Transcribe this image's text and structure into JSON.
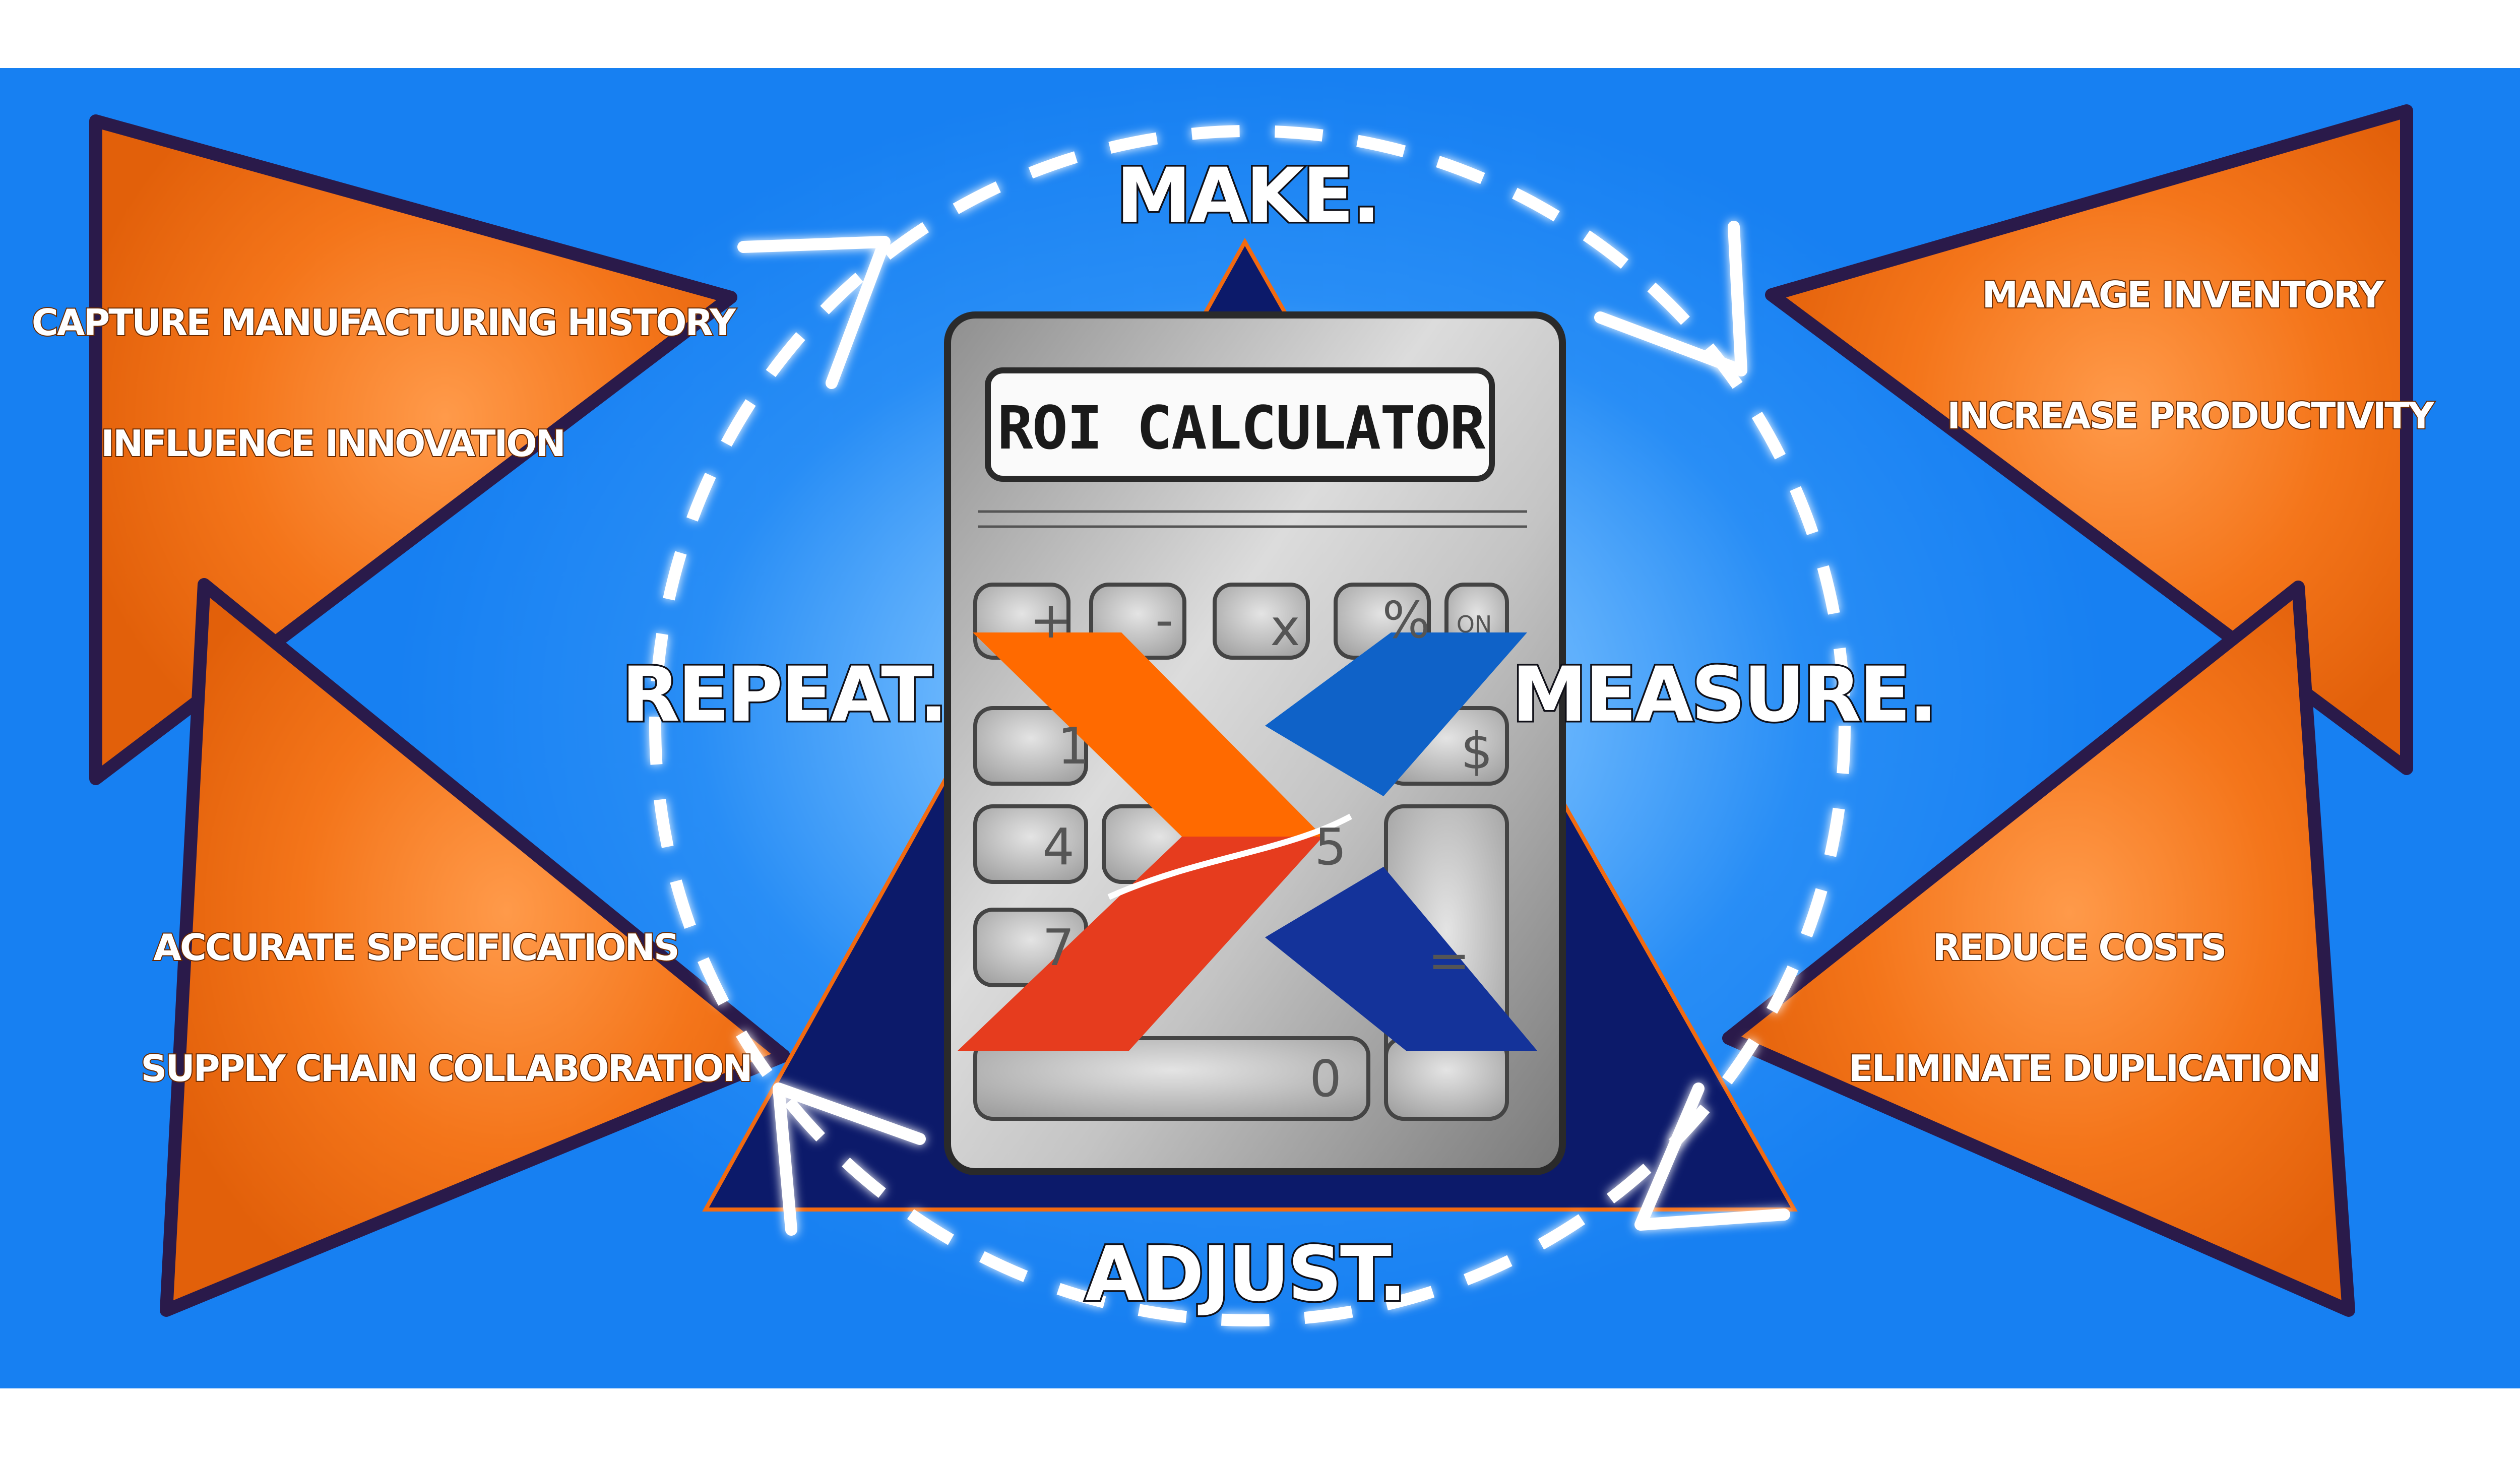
{
  "title": "ROI CALCULATOR",
  "cycle": {
    "make": "MAKE.",
    "measure": "MEASURE.",
    "adjust": "ADJUST.",
    "repeat": "REPEAT."
  },
  "benefits": {
    "top_left": [
      "CAPTURE MANUFACTURING HISTORY",
      "INFLUENCE INNOVATION"
    ],
    "bottom_left": [
      "ACCURATE SPECIFICATIONS",
      "SUPPLY CHAIN COLLABORATION"
    ],
    "top_right": [
      "MANAGE INVENTORY",
      "INCREASE PRODUCTIVITY"
    ],
    "bottom_right": [
      "REDUCE COSTS",
      "ELIMINATE DUPLICATION"
    ]
  },
  "calculator_keys": [
    "+",
    "-",
    "x",
    "%",
    "ON",
    "1",
    "$",
    "4",
    "5",
    "7",
    "=",
    "0"
  ],
  "colors": {
    "background": "#1a86f5",
    "arrow_orange": "#f26a10",
    "triangle_navy": "#0c1a6a",
    "logo_orange": "#ff6a00",
    "logo_red": "#e63c1e",
    "logo_blue": "#0f62c8",
    "logo_navy": "#14339a",
    "dash": "#ffffff"
  },
  "icons": [
    "logo-x-icon",
    "cycle-arrow-icon"
  ]
}
